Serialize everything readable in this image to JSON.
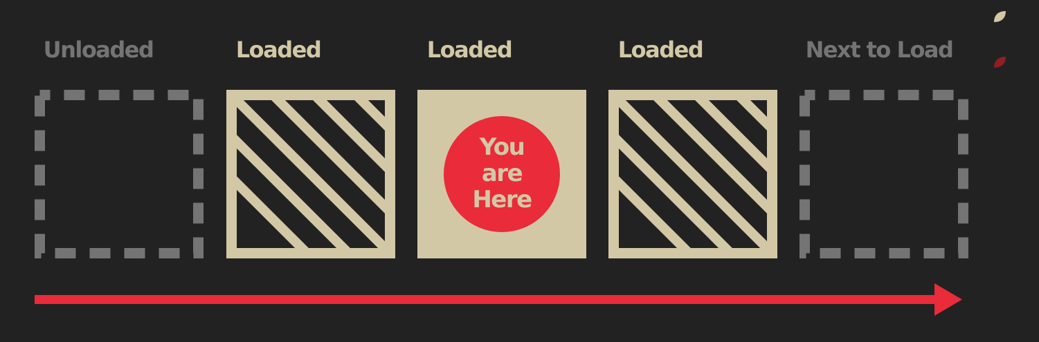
{
  "stages": [
    {
      "label": "Unloaded",
      "state": "unloaded"
    },
    {
      "label": "Loaded",
      "state": "loaded"
    },
    {
      "label": "Loaded",
      "state": "current"
    },
    {
      "label": "Loaded",
      "state": "loaded"
    },
    {
      "label": "Next to Load",
      "state": "next"
    }
  ],
  "current_marker": {
    "lines": [
      "You",
      "are",
      "Here"
    ]
  },
  "colors": {
    "background": "#222222",
    "loaded": "#d3c8a6",
    "unloaded": "#747474",
    "accent": "#ea2b3a",
    "accent_dark": "#8f1f24"
  }
}
